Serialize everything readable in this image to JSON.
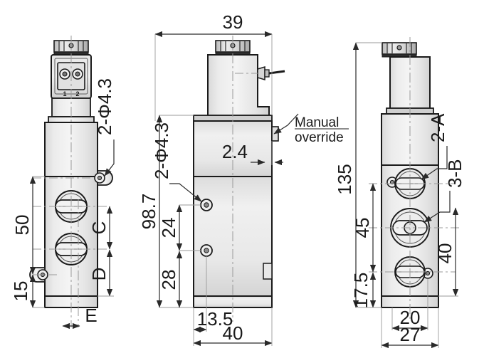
{
  "drawing": {
    "title": "Solenoid valve dimensional drawing",
    "type": "engineering-dimension-drawing",
    "views": [
      "front-view",
      "side-view",
      "bottom-view"
    ],
    "colors": {
      "line": "#1a1a1a",
      "body_fill": "#e9e9e9",
      "body_fill_light": "#f6f6f6",
      "dim_line": "#3c3c3c",
      "center_line": "#9a9a9a",
      "background": "#ffffff"
    }
  },
  "left_view": {
    "name": "front-view",
    "dimensions": {
      "d50": "50",
      "d15": "15",
      "dC": "C",
      "dD": "D",
      "dE": "E",
      "hole_note": "2-Φ4.3"
    },
    "connector_terminals": {
      "t1": "1",
      "t2": "2"
    }
  },
  "middle_view": {
    "name": "side-view",
    "dimensions": {
      "d39": "39",
      "d98_7": "98.7",
      "d24": "24",
      "d28": "28",
      "d13_5": "13.5",
      "d40": "40",
      "d2_4": "2.4",
      "hole_note": "2-Φ4.3"
    },
    "annotations": {
      "manual_override_line1": "Manual",
      "manual_override_line2": "override"
    }
  },
  "right_view": {
    "name": "bottom-view",
    "dimensions": {
      "d135": "135",
      "d45": "45",
      "d17_5": "17.5",
      "d40": "40",
      "d20": "20",
      "d27": "27"
    },
    "port_notes": {
      "note_a": "2-A",
      "note_b": "3-B"
    }
  }
}
